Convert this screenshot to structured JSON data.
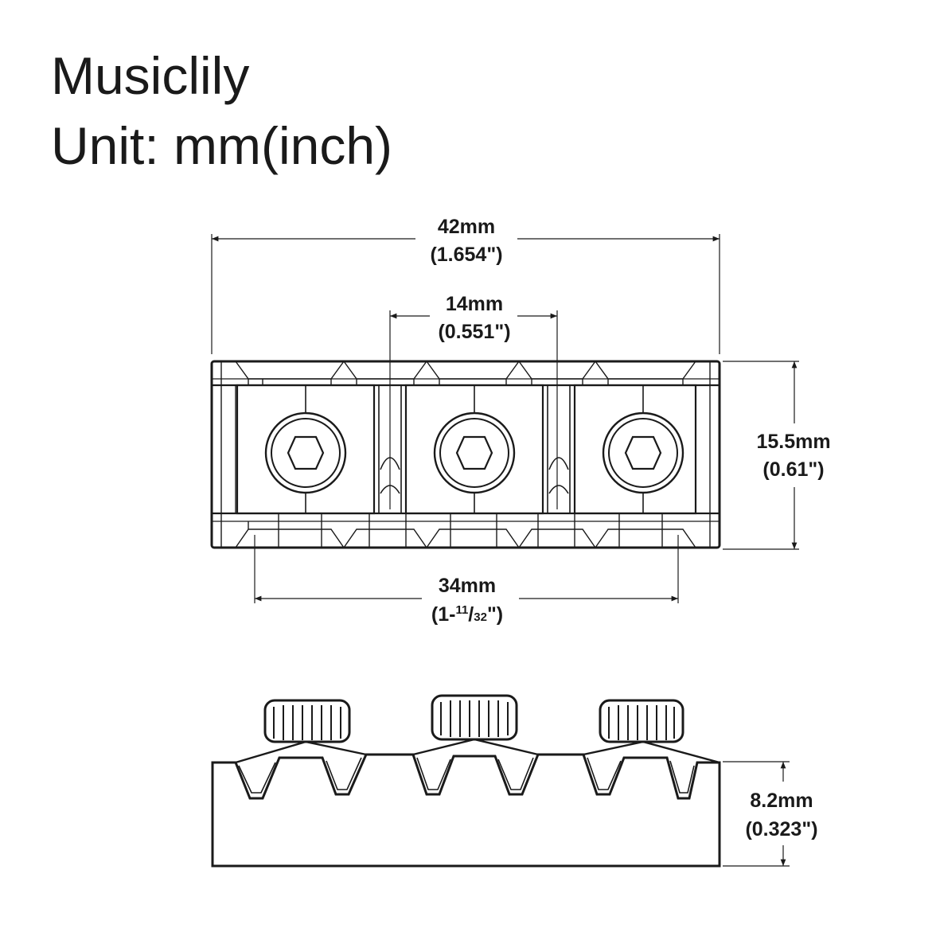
{
  "header": {
    "brand": "Musiclily",
    "unit_label": "Unit: mm(inch)"
  },
  "top_view": {
    "overall_length": {
      "mm": "42mm",
      "inch": "(1.654\")"
    },
    "screw_spacing": {
      "mm": "14mm",
      "inch": "(0.551\")"
    },
    "width": {
      "mm": "15.5mm",
      "inch": "(0.61\")"
    },
    "outer_screw_span": {
      "mm": "34mm",
      "inch_prefix": "(1-",
      "inch_numerator": "11",
      "inch_denominator": "32",
      "inch_suffix": "\")"
    }
  },
  "side_view": {
    "height": {
      "mm": "8.2mm",
      "inch": "(0.323\")"
    }
  },
  "colors": {
    "ink": "#1a1a1a",
    "background": "#ffffff"
  }
}
